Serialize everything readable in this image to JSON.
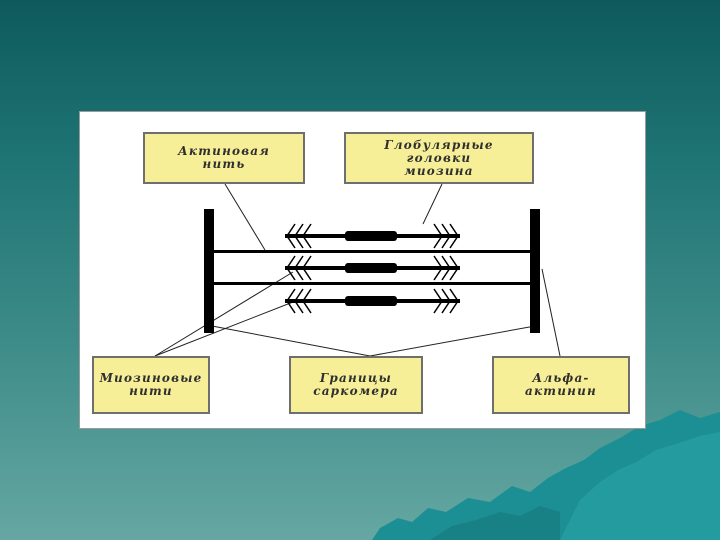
{
  "slide": {
    "colors": {
      "background_top": "#0e5a5c",
      "background_bottom": "#66a7a2",
      "label_fill": "#f7ee98",
      "label_border": "#6f6f6f",
      "filament": "#000000"
    }
  },
  "diagram": {
    "labels": {
      "actin_filament": "Актиновая\nнить",
      "myosin_heads": "Глобулярные\nголовки\nмиозина",
      "myosin_filaments": "Миозиновые\nнити",
      "sarcomere_borders": "Границы\nсаркомера",
      "alpha_actinin": "Альфа-\nактинин"
    }
  }
}
